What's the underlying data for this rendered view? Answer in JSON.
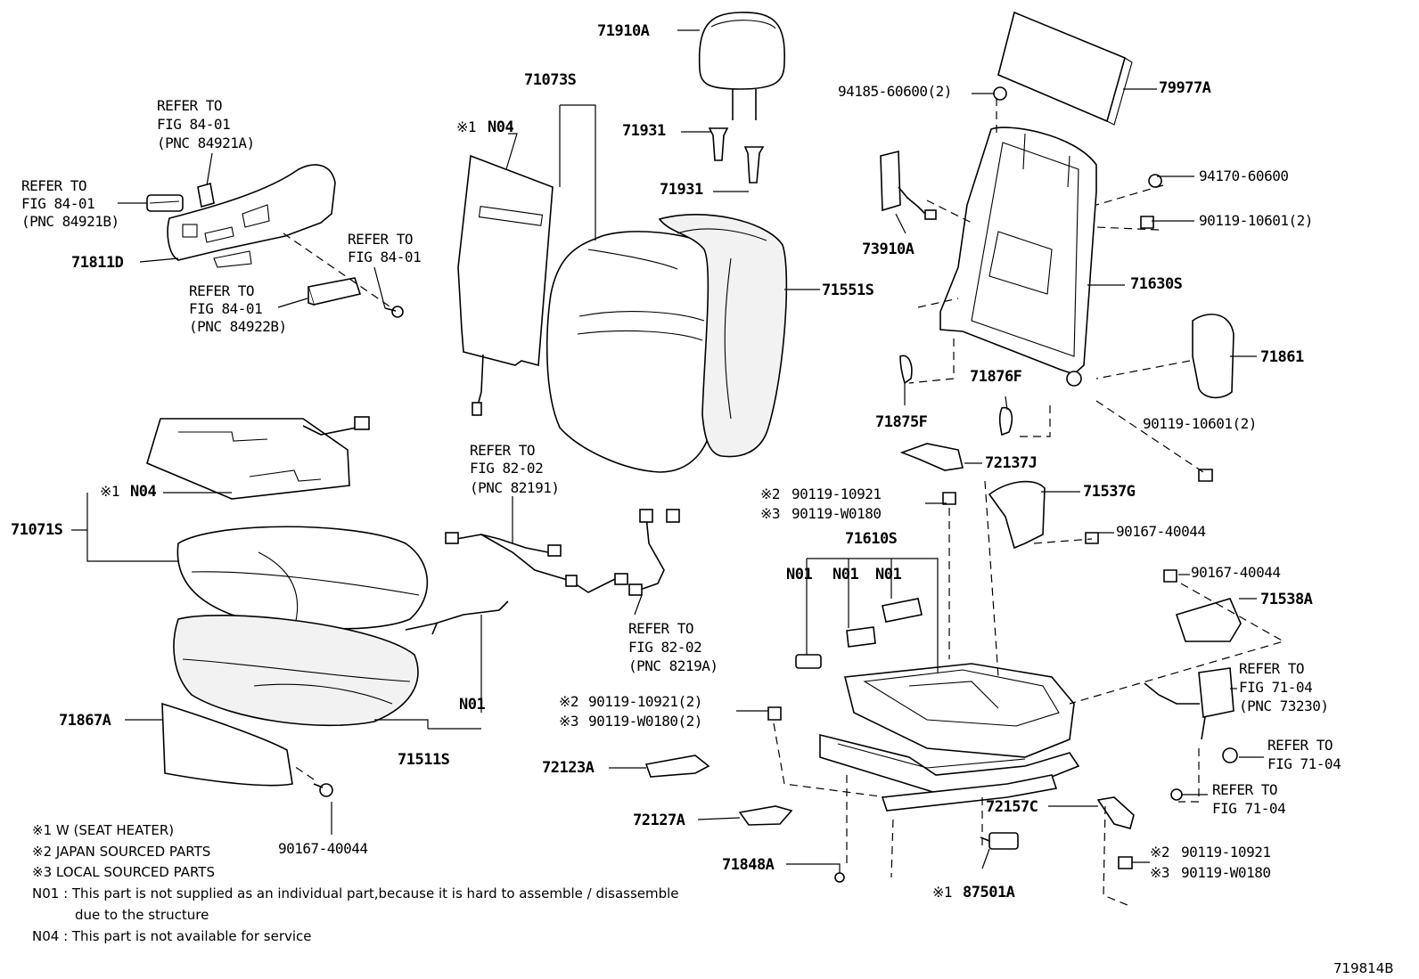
{
  "labels": {
    "headrest": "71910A",
    "back_cover": "71073S",
    "back_pad": "71551S",
    "back_heater": "N04",
    "guide1": "71931",
    "guide2": "71931",
    "side_shield": "71811D",
    "refer1": [
      "REFER TO",
      "FIG 84-01",
      "(PNC 84921A)"
    ],
    "refer2": [
      "REFER TO",
      "FIG 84-01",
      "(PNC 84921B)"
    ],
    "refer3": [
      "REFER TO",
      "FIG 84-01"
    ],
    "refer4": [
      "REFER TO",
      "FIG 84-01",
      "(PNC 84922B)"
    ],
    "refer5": [
      "REFER TO",
      "FIG 82-02",
      "(PNC 82191)"
    ],
    "refer6": [
      "REFER TO",
      "FIG 82-02",
      "(PNC 8219A)"
    ],
    "cushion_assy": "71071S",
    "cushion_heater": "N04",
    "cushion_n01": "N01",
    "cushion_pad": "71511S",
    "shield_front": "71867A",
    "bolt_front": "90167-40044",
    "board": "79977A",
    "nut_top": "94185-60600(2)",
    "nut_right": "94170-60600",
    "bolt_r1": "90119-10601(2)",
    "airbag": "73910A",
    "frame": "71630S",
    "cover_71861": "71861",
    "bolt_r2": "90119-10601(2)",
    "lock1": "71876F",
    "lock2": "71875F",
    "cover_72137": "72137J",
    "cover_71537": "71537G",
    "bolt_mid1": "90167-40044",
    "bolt_mid2": "90167-40044",
    "cover_71538": "71538A",
    "adj_assy": "71610S",
    "n01a": "N01",
    "n01b": "N01",
    "n01c": "N01",
    "bolt_top_a": "90119-10921",
    "bolt_top_b": "90119-W0180",
    "bolt_mid_a": "90119-10921(2)",
    "bolt_mid_b": "90119-W0180(2)",
    "cover_72123": "72123A",
    "cover_72127": "72127A",
    "cover_71848": "71848A",
    "sensor": "87501A",
    "cover_72157": "72157C",
    "bolt_bot_a": "90119-10921",
    "bolt_bot_b": "90119-W0180",
    "refer7": [
      "REFER TO",
      "FIG 71-04",
      "(PNC 73230)"
    ],
    "refer8": [
      "REFER TO",
      "FIG 71-04"
    ],
    "refer9": [
      "REFER TO",
      "FIG 71-04"
    ],
    "mark1": "※1",
    "mark2": "※2",
    "mark3": "※3",
    "figure_id": "719814B"
  },
  "legend": [
    "※1 W (SEAT HEATER)",
    "※2 JAPAN SOURCED PARTS",
    "※3 LOCAL SOURCED PARTS"
  ],
  "notes": [
    "N01 : This part is not supplied as an individual part,because it is hard to assemble / disassemble",
    "due to the structure",
    "N04 : This part is not available for service"
  ]
}
